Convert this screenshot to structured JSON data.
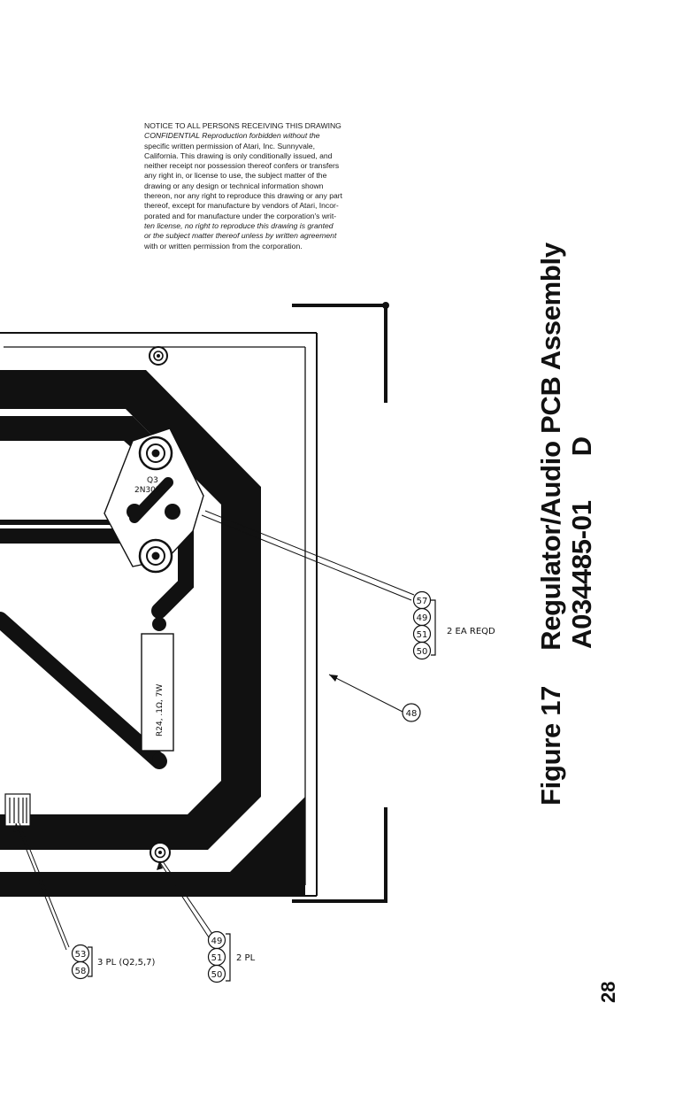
{
  "notice": {
    "lines": [
      "NOTICE TO ALL PERSONS RECEIVING THIS DRAWING",
      "CONFIDENTIAL  Reproduction forbidden without the",
      "specific written permission of Atari, Inc. Sunnyvale,",
      "California. This drawing is only conditionally issued, and",
      "neither receipt nor possession thereof confers or transfers",
      "any right in, or license to use, the subject matter of the",
      "drawing or any design or technical information shown",
      "thereon, nor any right to reproduce this drawing or any part",
      "thereof, except for manufacture by vendors of Atari, Incor-",
      "porated and for manufacture under the corporation's writ-",
      "ten license, no right to reproduce this drawing is granted",
      "or the subject matter thereof unless by written agreement",
      "with or written permission from the corporation."
    ]
  },
  "figure": {
    "number": "Figure 17",
    "title": "Regulator/Audio PCB Assembly",
    "part_number": "A034485-01",
    "revision": "D"
  },
  "page_number": "28",
  "drawing": {
    "component_q3": "Q3",
    "component_q3_type": "2N3055",
    "resistor_label": "R24, .1Ω, 7W",
    "callouts_top": [
      "57",
      "49",
      "51",
      "50"
    ],
    "callouts_top_note": "2 EA REQD",
    "callout_board": "48",
    "callouts_left": [
      "53",
      "58"
    ],
    "callouts_left_note": "3 PL (Q2,5,7)",
    "callouts_bottom": [
      "49",
      "51",
      "50"
    ],
    "callouts_bottom_note": "2 PL"
  }
}
